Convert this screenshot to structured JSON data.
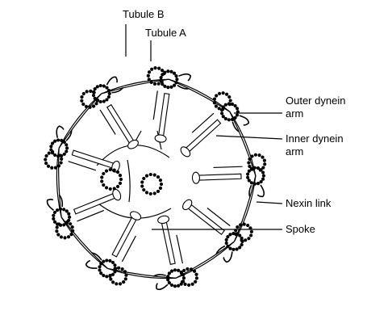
{
  "labels": {
    "tubule_b": "Tubule B",
    "tubule_a": "Tubule A",
    "outer_dynein_arm": [
      "Outer dynein",
      "arm"
    ],
    "inner_dynein_arm": [
      "Inner dynein",
      "arm"
    ],
    "nexin_link": "Nexin link",
    "spoke": "Spoke"
  },
  "structure": {
    "outer_doublet_count": 9,
    "central_singlet_count": 2
  },
  "colors": {
    "ink": "#000000",
    "background": "#ffffff"
  }
}
